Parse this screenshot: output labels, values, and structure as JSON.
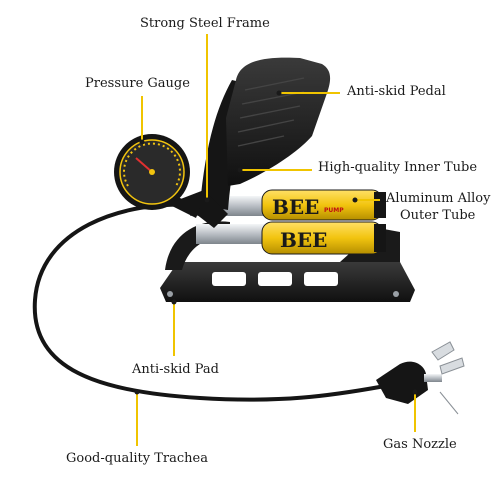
{
  "labels": {
    "frame": "Strong Steel Frame",
    "gauge": "Pressure Gauge",
    "pedal": "Anti-skid Pedal",
    "inner_tube": "High-quality Inner Tube",
    "outer_tube_line1": "Aluminum Alloy",
    "outer_tube_line2": "Outer Tube",
    "pad": "Anti-skid Pad",
    "nozzle": "Gas Nozzle",
    "trachea": "Good-quality Trachea"
  },
  "product": {
    "brand_text": "BEE",
    "brand_subtext": "PUMP"
  },
  "colors": {
    "pump_body": "#1c1c1c",
    "cylinder_yellow": "#f2c40f",
    "chrome": "#c8ccd0",
    "leader_line": "#f0c400",
    "text": "#1a1a1a"
  }
}
